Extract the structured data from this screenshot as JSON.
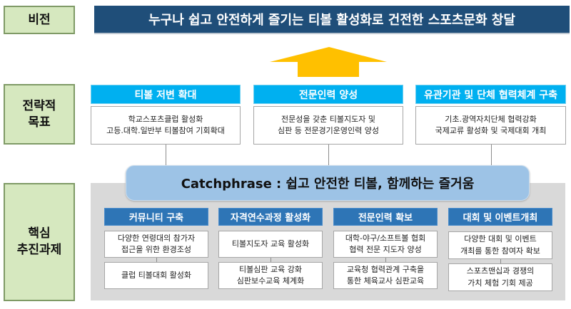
{
  "vision": {
    "label": "비전",
    "text": "누구나 쉽고 안전하게 즐기는 티볼 활성화로 건전한 스포츠문화 창달"
  },
  "strategy": {
    "label": "전략적\n목표",
    "goals": [
      {
        "title": "티볼 저변 확대",
        "body": "학교스포츠클럽 활성화\n고등.대학.일반부 티볼참여 기회확대"
      },
      {
        "title": "전문인력 양성",
        "body": "전문성을 갖춘 티볼지도자 및\n심판 등 전문경기운영인력 양성"
      },
      {
        "title": "유관기관 및 단체 협력체계 구축",
        "body": "기초.광역자치단체 협력강화\n국제교류 활성화 및 국제대회 개최"
      }
    ]
  },
  "core": {
    "label": "핵심\n추진과제",
    "catchphrase": "Catchphrase : 쉽고 안전한 티볼, 함께하는 즐거움",
    "tasks": [
      {
        "title": "커뮤니티 구축",
        "items": [
          "다양한 연령대의 참가자\n접근을 위한 환경조성",
          "클럽 티볼대회 활성화"
        ]
      },
      {
        "title": "자격연수과정 활성화",
        "items": [
          "티볼지도자 교육 활성화",
          "티볼심판 교육 강화\n심판보수교육 체계화"
        ]
      },
      {
        "title": "전문인력 확보",
        "items": [
          "대학-야구/소프트볼 협회\n협력 전문 지도자 양성",
          "교육청 협력관계 구축을\n통한 체육교사 심판교육"
        ]
      },
      {
        "title": "대회 및 이벤트개최",
        "items": [
          "다양한 대회 및 이벤트\n개최를 통한 참여자 확보",
          "스포츠맨십과 경쟁의\n가치 체험 기회 제공"
        ]
      }
    ]
  }
}
